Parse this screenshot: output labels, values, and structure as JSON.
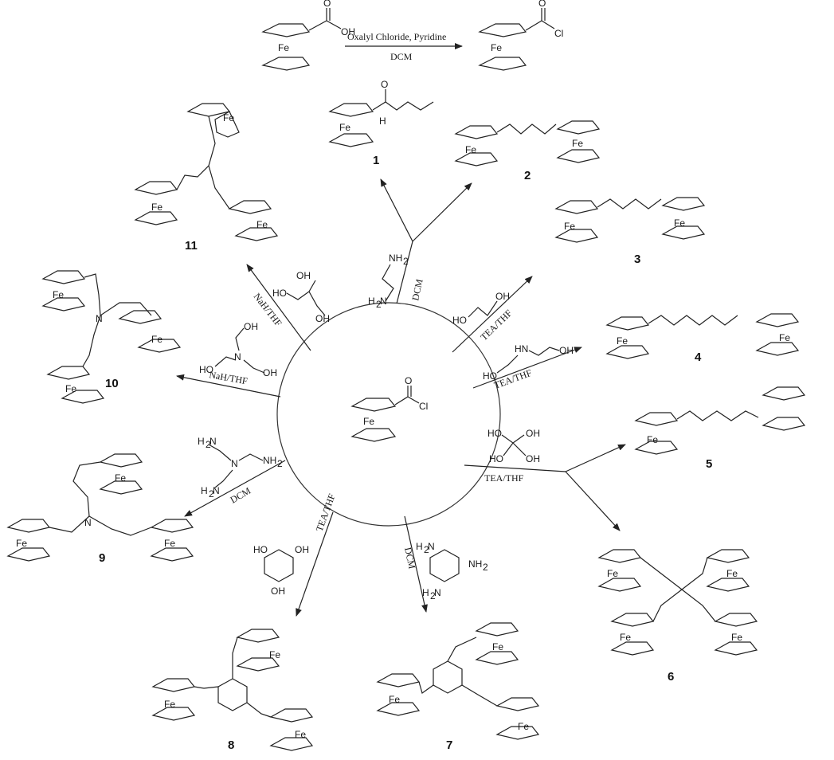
{
  "top_reaction": {
    "reagent_line1": "Oxalyl Chloride, Pyridine",
    "reagent_line2": "DCM",
    "reactant_fe": "Fe",
    "reactant_o": "O",
    "reactant_oh": "OH",
    "product_fe": "Fe",
    "product_o": "O",
    "product_cl": "Cl"
  },
  "center": {
    "fe": "Fe",
    "o": "O",
    "cl": "Cl"
  },
  "conditions": {
    "dcm_amine": "DCM",
    "tea_thf_glycol": "TEA/THF",
    "tea_thf_diethanolamine": "TEA/THF",
    "tea_thf_pentaerythritol": "TEA/THF",
    "dcm_melamine": "DCM",
    "tea_thf_phloroglucinol": "TEA/THF",
    "dcm_tren": "DCM",
    "nah_thf_triethanolamine": "NaH/THF",
    "nah_thf_glycerol": "NaH/THF"
  },
  "reagent_atoms": {
    "nh2": "NH",
    "sub2": "2",
    "h2n": "H",
    "n": "N",
    "hn": "HN",
    "oh": "OH",
    "ho": "HO",
    "h": "H",
    "fe": "Fe",
    "o": "O"
  },
  "products": [
    {
      "number": "1"
    },
    {
      "number": "2"
    },
    {
      "number": "3"
    },
    {
      "number": "4"
    },
    {
      "number": "5"
    },
    {
      "number": "6"
    },
    {
      "number": "7"
    },
    {
      "number": "8"
    },
    {
      "number": "9"
    },
    {
      "number": "10"
    },
    {
      "number": "11"
    }
  ]
}
